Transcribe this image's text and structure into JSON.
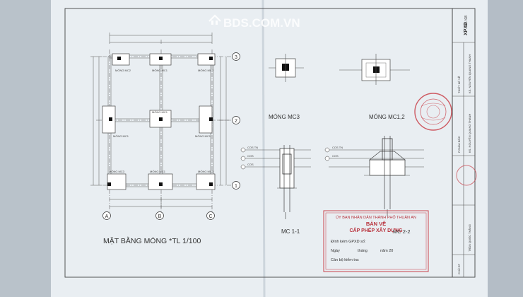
{
  "watermark": {
    "text": "BDS.COM.VN"
  },
  "plan": {
    "title": "MẶT BẰNG MÓNG *TL 1/100",
    "axes_x": [
      "A",
      "B",
      "C"
    ],
    "axes_y": [
      "3",
      "2",
      "1"
    ],
    "footings": {
      "top": [
        "MÓNG MC2",
        "MÓNG MC1",
        "MÓNG MC2"
      ],
      "middle": [
        "MÓNG MC1",
        "MÓNG MC1",
        "MÓNG MC1"
      ],
      "bottom": [
        "MÓNG MC3",
        "MÓNG MC1",
        "MÓNG MC3"
      ]
    }
  },
  "details": {
    "mc3_label": "MÓNG MC3",
    "mc12_label": "MÓNG MC1,2",
    "section1_label": "MC 1-1",
    "section2_label": "MC 2-2",
    "level_labels": [
      "COS TN",
      "COS",
      "COS"
    ]
  },
  "stamp_box": {
    "authority": "ỦY BAN NHÂN DÂN THÀNH PHỐ THUẬN AN",
    "title1": "BẢN VẼ",
    "title2": "CẤP PHÉP XÂY DỰNG",
    "line1": "Đính kèm GPXD số:",
    "line2_prefix": "Ngày",
    "line2_mid": "tháng",
    "line2_suffix": "năm 20",
    "line3": "Cán bộ kiểm tra:"
  },
  "title_block": {
    "code": "XPXD",
    "sheet": "06 / 08",
    "designer_label": "THIẾT KẾ VẼ",
    "designer_name": "KS. NGUYỄN QUANG THANH",
    "director_label": "P.GIÁM ĐỐC",
    "director_name": "KS. NGUYỄN QUANG THANH",
    "project": "TRẦN QUỐC THẮNG",
    "owner": "CHỦ ĐT"
  }
}
